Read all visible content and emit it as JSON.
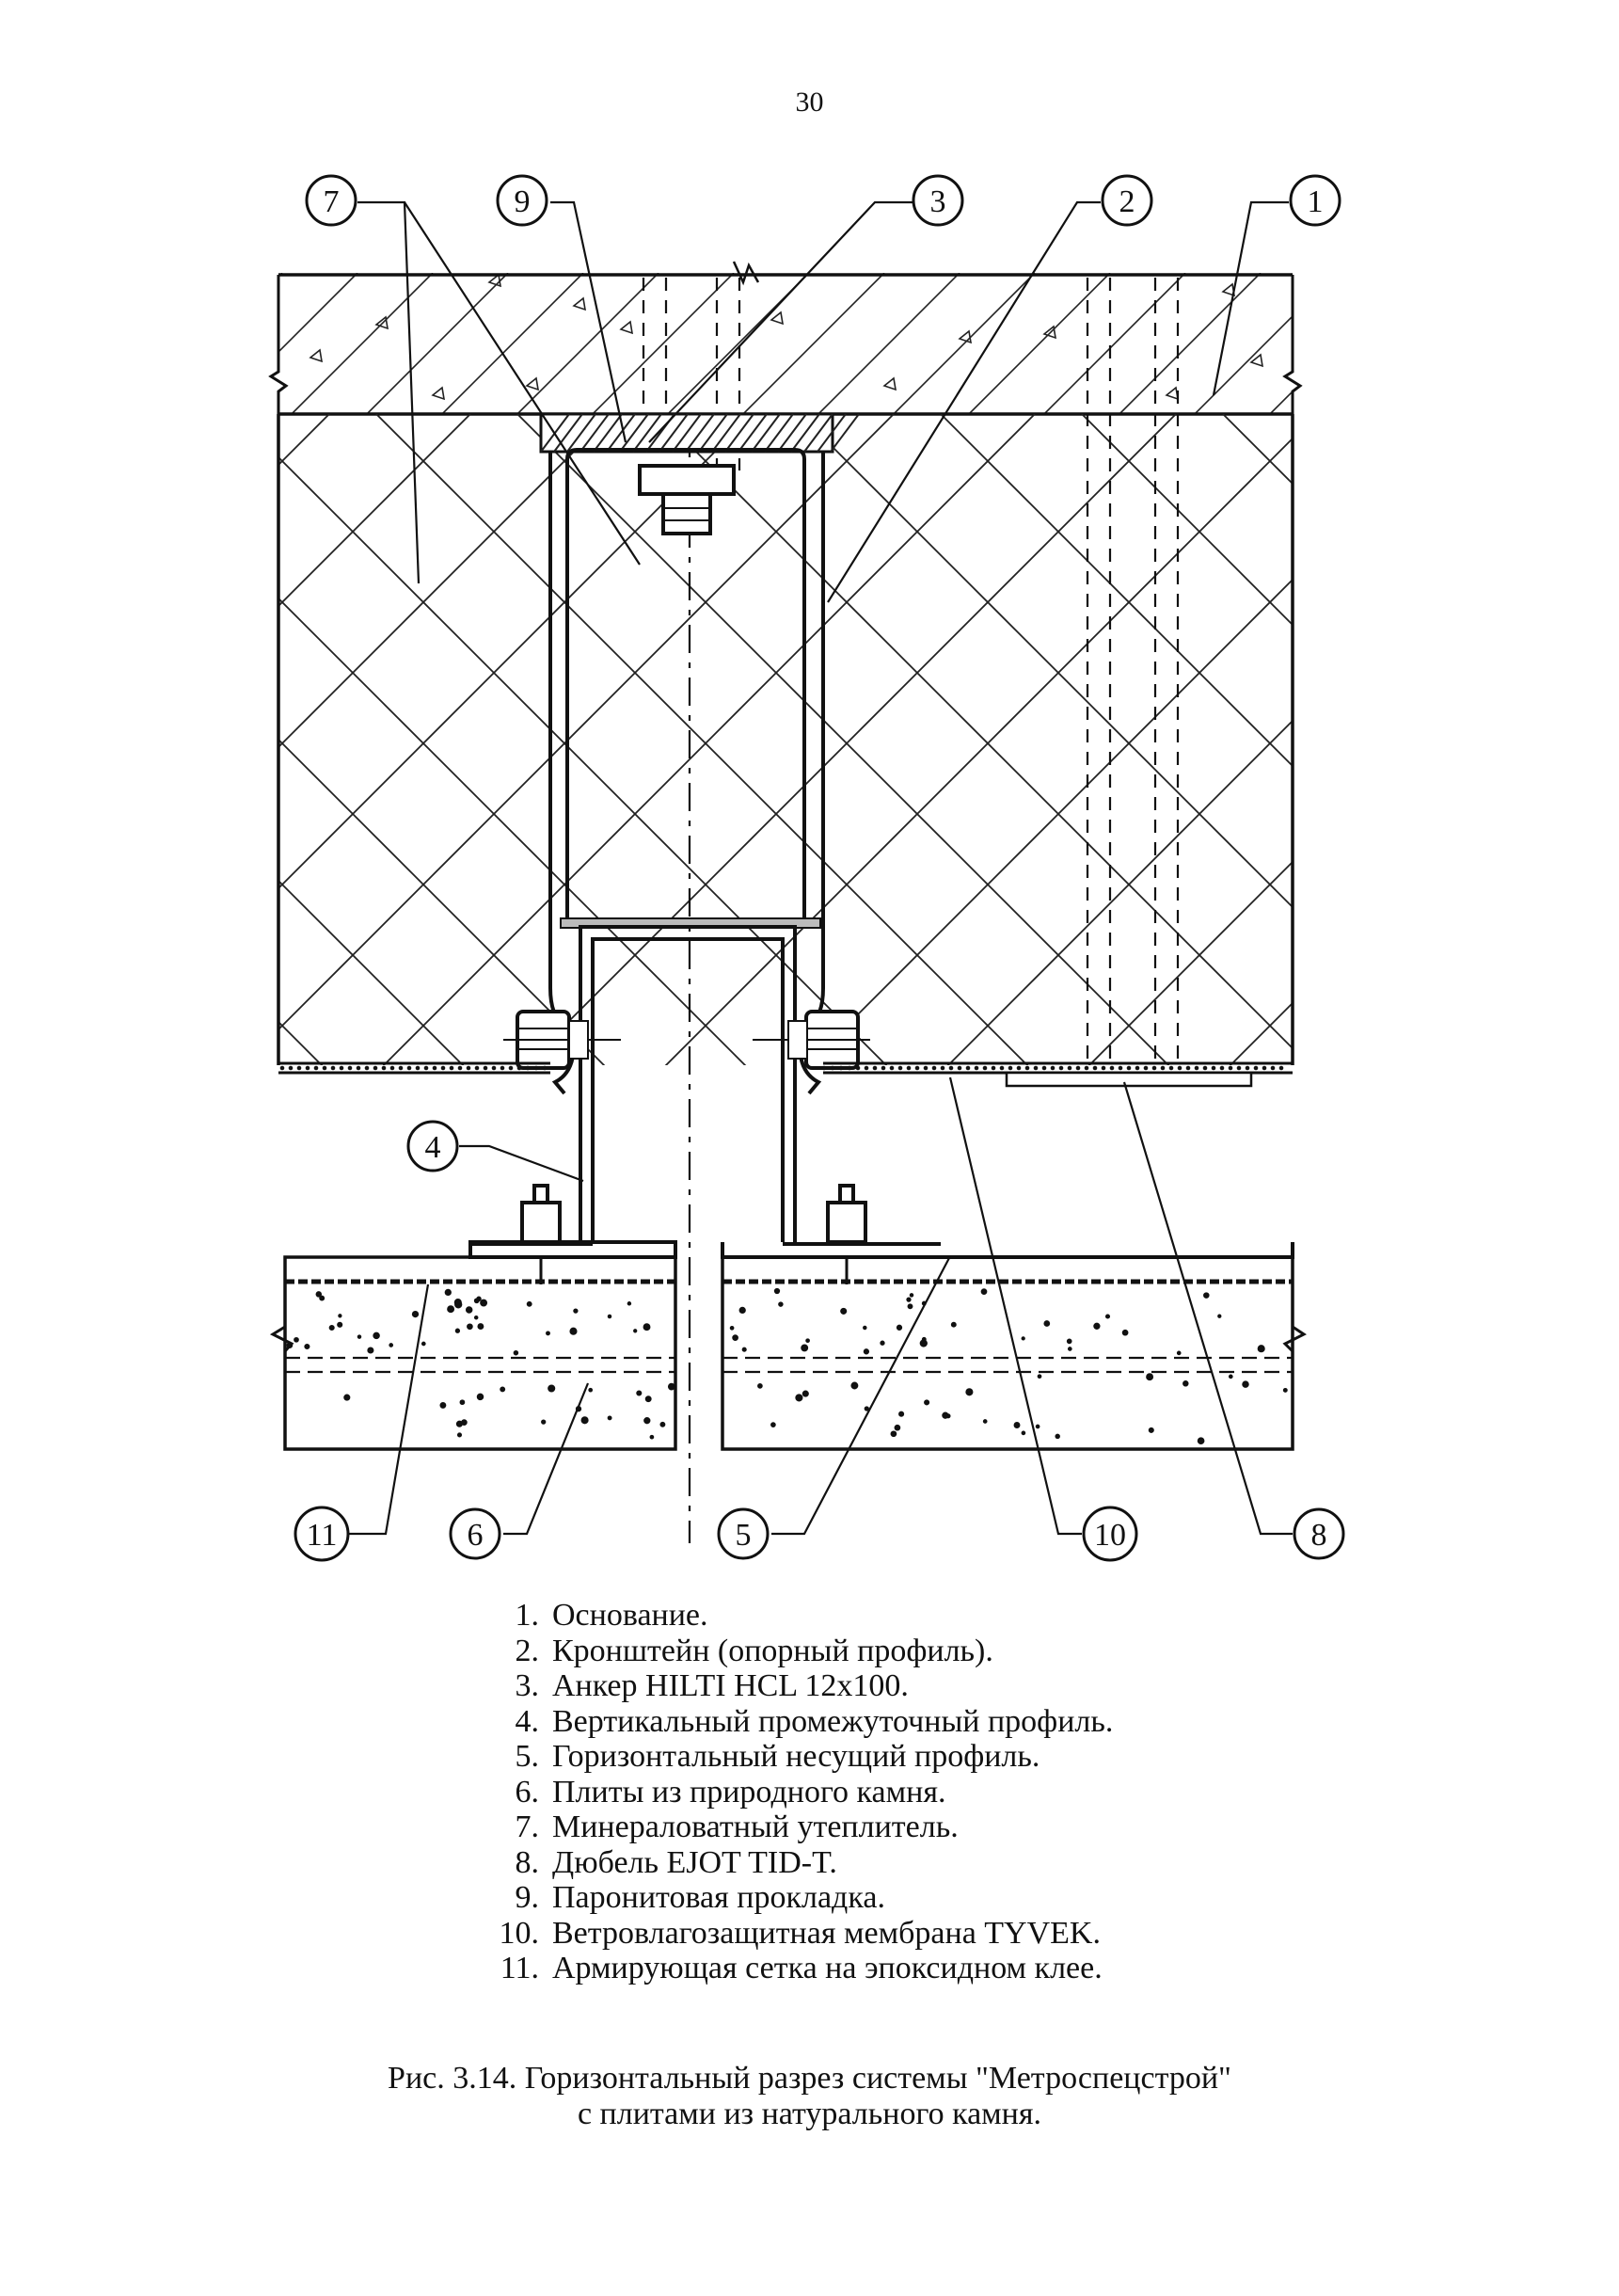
{
  "page": {
    "number": "30"
  },
  "callouts": [
    "1",
    "2",
    "3",
    "4",
    "5",
    "6",
    "7",
    "8",
    "9",
    "10",
    "11"
  ],
  "legend": [
    {
      "num": "1.",
      "text": "Основание."
    },
    {
      "num": "2.",
      "text": "Кронштейн (опорный профиль)."
    },
    {
      "num": "3.",
      "text": "Анкер HILTI HCL 12x100."
    },
    {
      "num": "4.",
      "text": "Вертикальный промежуточный профиль."
    },
    {
      "num": "5.",
      "text": "Горизонтальный несущий профиль."
    },
    {
      "num": "6.",
      "text": "Плиты из природного камня."
    },
    {
      "num": "7.",
      "text": "Минераловатный утеплитель."
    },
    {
      "num": "8.",
      "text": "Дюбель EJOT TID-T."
    },
    {
      "num": "9.",
      "text": "Паронитовая прокладка."
    },
    {
      "num": "10.",
      "text": "Ветровлагозащитная мембрана TYVEK."
    },
    {
      "num": "11.",
      "text": "Армирующая сетка на эпоксидном клее."
    }
  ],
  "caption": {
    "line1": "Рис. 3.14. Горизонтальный разрез системы \"Метроспецстрой\"",
    "line2": "с плитами из натурального камня."
  },
  "colors": {
    "ink": "#111111",
    "paper": "#ffffff"
  }
}
